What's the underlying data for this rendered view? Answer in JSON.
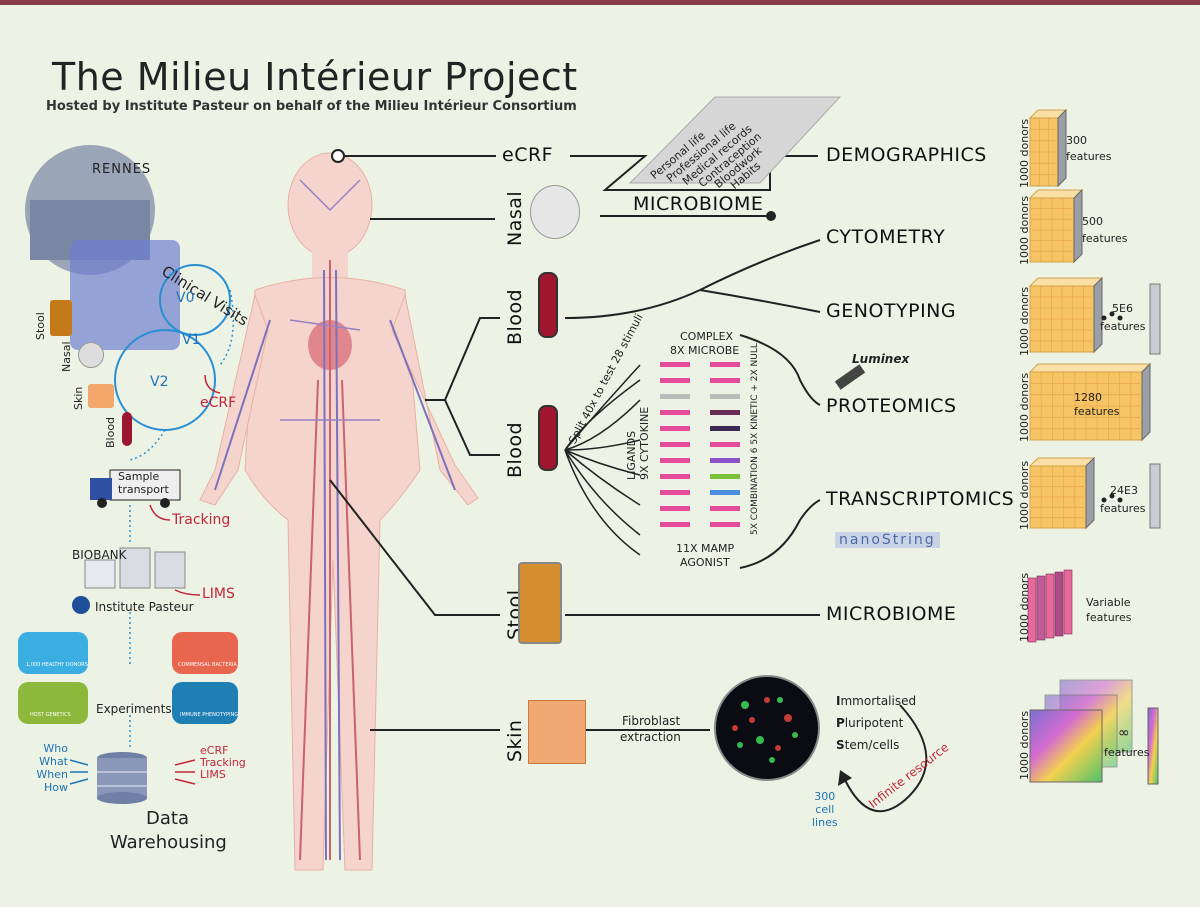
{
  "header": {
    "title": "The Milieu Intérieur Project",
    "subtitle": "Hosted by Institute Pasteur on behalf of the Milieu Intérieur Consortium"
  },
  "left": {
    "rennes": "RENNES",
    "clinical_visits": "Clinical Visits",
    "v0": "V0",
    "v1": "V1",
    "v2": "V2",
    "ecrf": "eCRF",
    "stool": "Stool",
    "nasal": "Nasal",
    "skin": "Skin",
    "blood": "Blood",
    "sample_transport_1": "Sample",
    "sample_transport_2": "transport",
    "tracking": "Tracking",
    "biobank": "BIOBANK",
    "lims": "LIMS",
    "institute_pasteur": "Institute Pasteur",
    "panel_1000_donors": "1,000 HEALTHY DONORS",
    "panel_commensal": "COMMENSAL BACTERIA",
    "panel_host_genetics": "HOST GENETICS",
    "panel_immune": "IMMUNE PHENOTYPING",
    "experiments": "Experiments",
    "who": "Who",
    "what": "What",
    "when": "When",
    "how": "How",
    "dw_ecrf": "eCRF",
    "dw_tracking": "Tracking",
    "dw_lims": "LIMS",
    "data_1": "Data",
    "data_2": "Warehousing"
  },
  "center": {
    "ecrf": "eCRF",
    "nasal": "Nasal",
    "blood_1": "Blood",
    "blood_2": "Blood",
    "stool": "Stool",
    "skin": "Skin",
    "card_lines": [
      "Personal life",
      "Professional life",
      "Medical records",
      "Contraception",
      "Bloodwork",
      "Habits"
    ],
    "microbiome_nasal": "MICROBIOME",
    "complex_1": "COMPLEX",
    "complex_2": "8X MICROBE",
    "split": "Split 40x to test 28 stimuli",
    "ligands_1": "LIGANDS",
    "ligands_2": "9X CYTOKINE",
    "combination": "5X COMBINATION 6 5X KINETIC + 2X NULL",
    "mamp_1": "11X MAMP",
    "mamp_2": "AGONIST",
    "luminex": "Luminex",
    "nanostring": "nanoString",
    "fibroblast_1": "Fibroblast",
    "fibroblast_2": "extraction",
    "ipsc_i": "I",
    "ipsc_i_rest": "mmortalised",
    "ipsc_p": "P",
    "ipsc_p_rest": "luripotent",
    "ipsc_s": "S",
    "ipsc_s_rest": "tem/cells",
    "cell_lines_1": "300",
    "cell_lines_2": "cell",
    "cell_lines_3": "lines",
    "infinite": "Infinite resource"
  },
  "outputs": {
    "demographics": "DEMOGRAPHICS",
    "cytometry": "CYTOMETRY",
    "genotyping": "GENOTYPING",
    "proteomics": "PROTEOMICS",
    "transcriptomics": "TRANSCRIPTOMICS",
    "microbiome": "MICROBIOME"
  },
  "cubes": [
    {
      "donors": "1000 donors",
      "count": "300",
      "features": "features"
    },
    {
      "donors": "1000 donors",
      "count": "500",
      "features": "features"
    },
    {
      "donors": "1000 donors",
      "count": "5E6",
      "features": "features"
    },
    {
      "donors": "1000 donors",
      "count": "1280",
      "features": "features"
    },
    {
      "donors": "1000 donors",
      "count": "24E3",
      "features": "features"
    },
    {
      "donors": "1000 donors",
      "count": "Variable",
      "features": "features"
    },
    {
      "donors": "1000 donors",
      "count": "∞",
      "features": "features"
    }
  ],
  "colors": {
    "accent_red": "#c0263a",
    "accent_blue": "#1f73b8",
    "cube_orange": "#f7c464",
    "background": "#edf3e4"
  }
}
